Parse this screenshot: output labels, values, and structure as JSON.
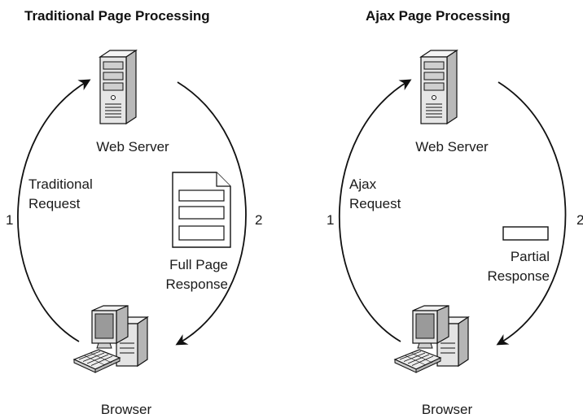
{
  "left_panel": {
    "title": "Traditional Page Processing",
    "server_label": "Web Server",
    "browser_label": "Browser",
    "request_label_line1": "Traditional",
    "request_label_line2": "Request",
    "response_label_line1": "Full Page",
    "response_label_line2": "Response",
    "request_number": "1",
    "response_number": "2",
    "server_icon": "server-tower-icon",
    "browser_icon": "desktop-computer-icon",
    "response_icon": "full-page-document-icon"
  },
  "right_panel": {
    "title": "Ajax Page Processing",
    "server_label": "Web Server",
    "browser_label": "Browser",
    "request_label_line1": "Ajax",
    "request_label_line2": "Request",
    "response_label_line1": "Partial",
    "response_label_line2": "Response",
    "request_number": "1",
    "response_number": "2",
    "server_icon": "server-tower-icon",
    "browser_icon": "desktop-computer-icon",
    "response_icon": "partial-response-box-icon"
  },
  "colors": {
    "stroke": "#111111",
    "server_body": "#e8e8e8",
    "server_shade": "#b9b9b9",
    "monitor_screen": "#9a9a9a"
  }
}
